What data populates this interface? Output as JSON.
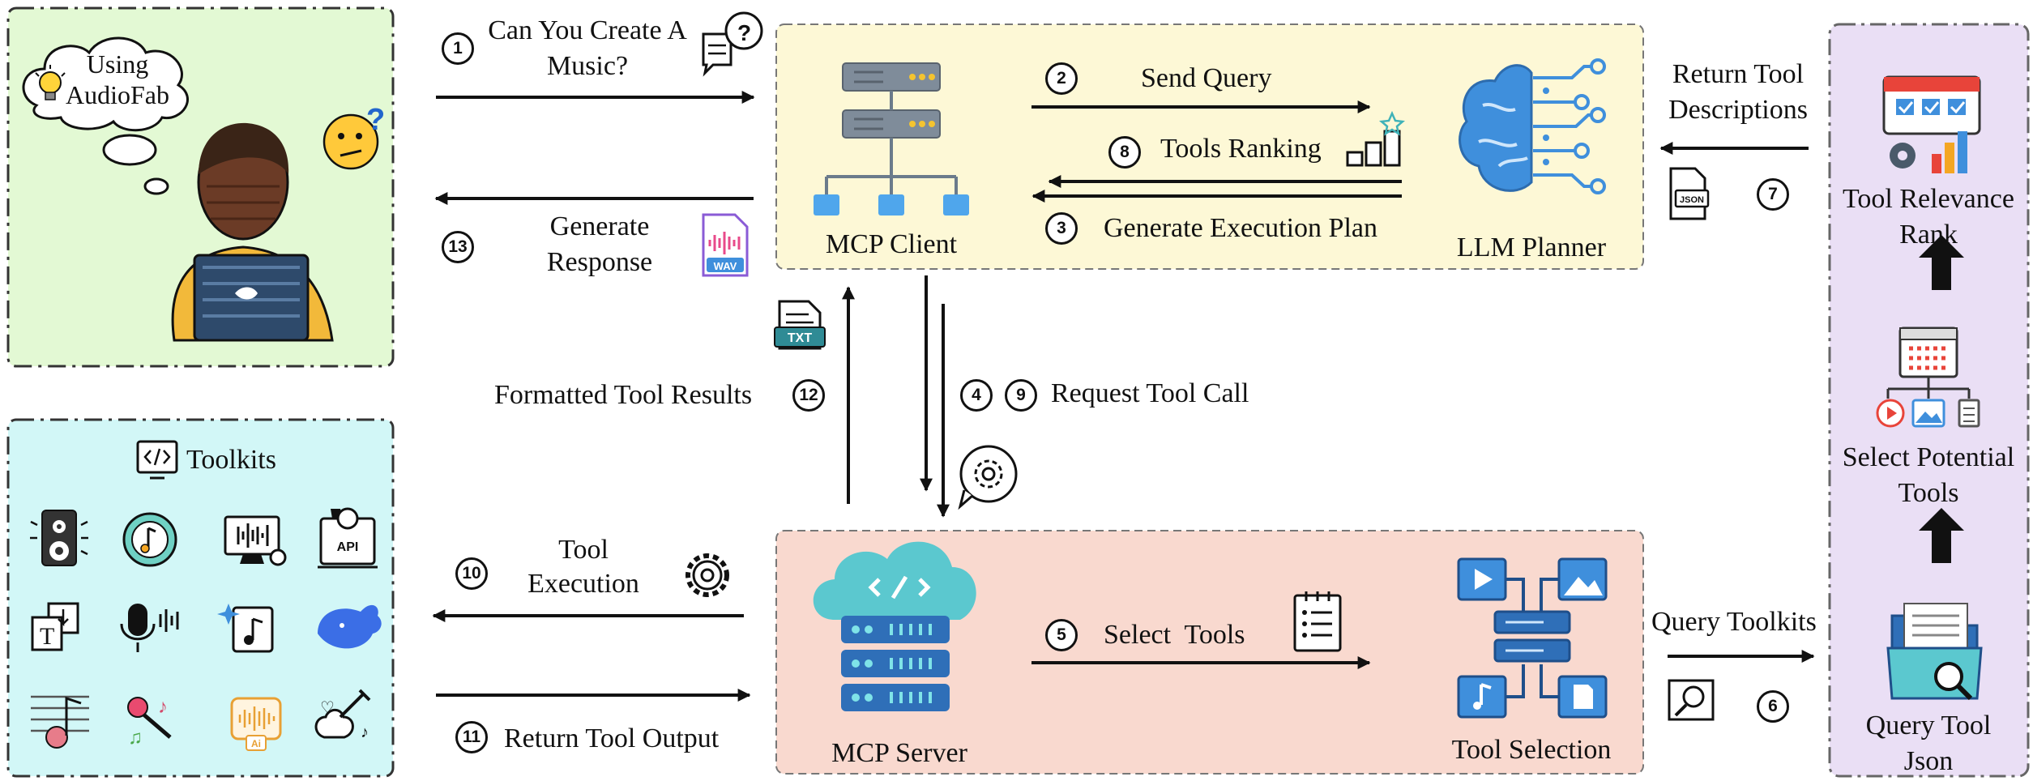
{
  "user": {
    "thought": "Using AudioFab"
  },
  "toolkits": {
    "title": "Toolkits",
    "icons": [
      "speaker-icon",
      "music-disc-icon",
      "audio-monitor-icon",
      "api-icon",
      "text-to-speech-icon",
      "microphone-icon",
      "music-note-sparkle-icon",
      "whale-logo-icon",
      "music-score-icon",
      "karaoke-mic-icon",
      "ai-waveform-icon",
      "guitar-icon"
    ]
  },
  "nodes": {
    "mcp_client": "MCP Client",
    "llm_planner": "LLM Planner",
    "mcp_server": "MCP Server",
    "tool_selection": "Tool Selection",
    "tool_relevance_rank": "Tool Relevance Rank",
    "select_potential_tools": "Select Potential Tools",
    "query_tool_json": "Query Tool Json"
  },
  "steps": {
    "s1": {
      "num": "1",
      "label": "Can You Create A Music?"
    },
    "s2": {
      "num": "2",
      "label": "Send Query"
    },
    "s3": {
      "num": "3",
      "label": "Generate Execution Plan"
    },
    "s4": {
      "num": "4"
    },
    "s9": {
      "num": "9",
      "label": "Request Tool Call"
    },
    "s5": {
      "num": "5",
      "label": "Select  Tools"
    },
    "s6": {
      "num": "6",
      "label": "Query Toolkits"
    },
    "s7": {
      "num": "7",
      "label": "Return  Tool Descriptions"
    },
    "s8": {
      "num": "8",
      "label": "Tools Ranking"
    },
    "s10": {
      "num": "10",
      "label": "Tool Execution"
    },
    "s11": {
      "num": "11",
      "label": "Return Tool Output"
    },
    "s12": {
      "num": "12",
      "label": "Formatted Tool Results"
    },
    "s13": {
      "num": "13",
      "label": "Generate Response"
    }
  },
  "icon_text": {
    "wav": "WAV",
    "txt": "TXT",
    "json": "JSON",
    "api": "API",
    "ai": "Ai"
  },
  "colors": {
    "user_panel": "#e3f9d4",
    "toolkit_panel": "#d2f7f7",
    "client_panel": "#fdf8d6",
    "server_panel": "#f9d9cf",
    "retrieval_panel": "#eadff5",
    "accent_blue": "#3f8fdc",
    "accent_teal": "#3fb2b8"
  }
}
